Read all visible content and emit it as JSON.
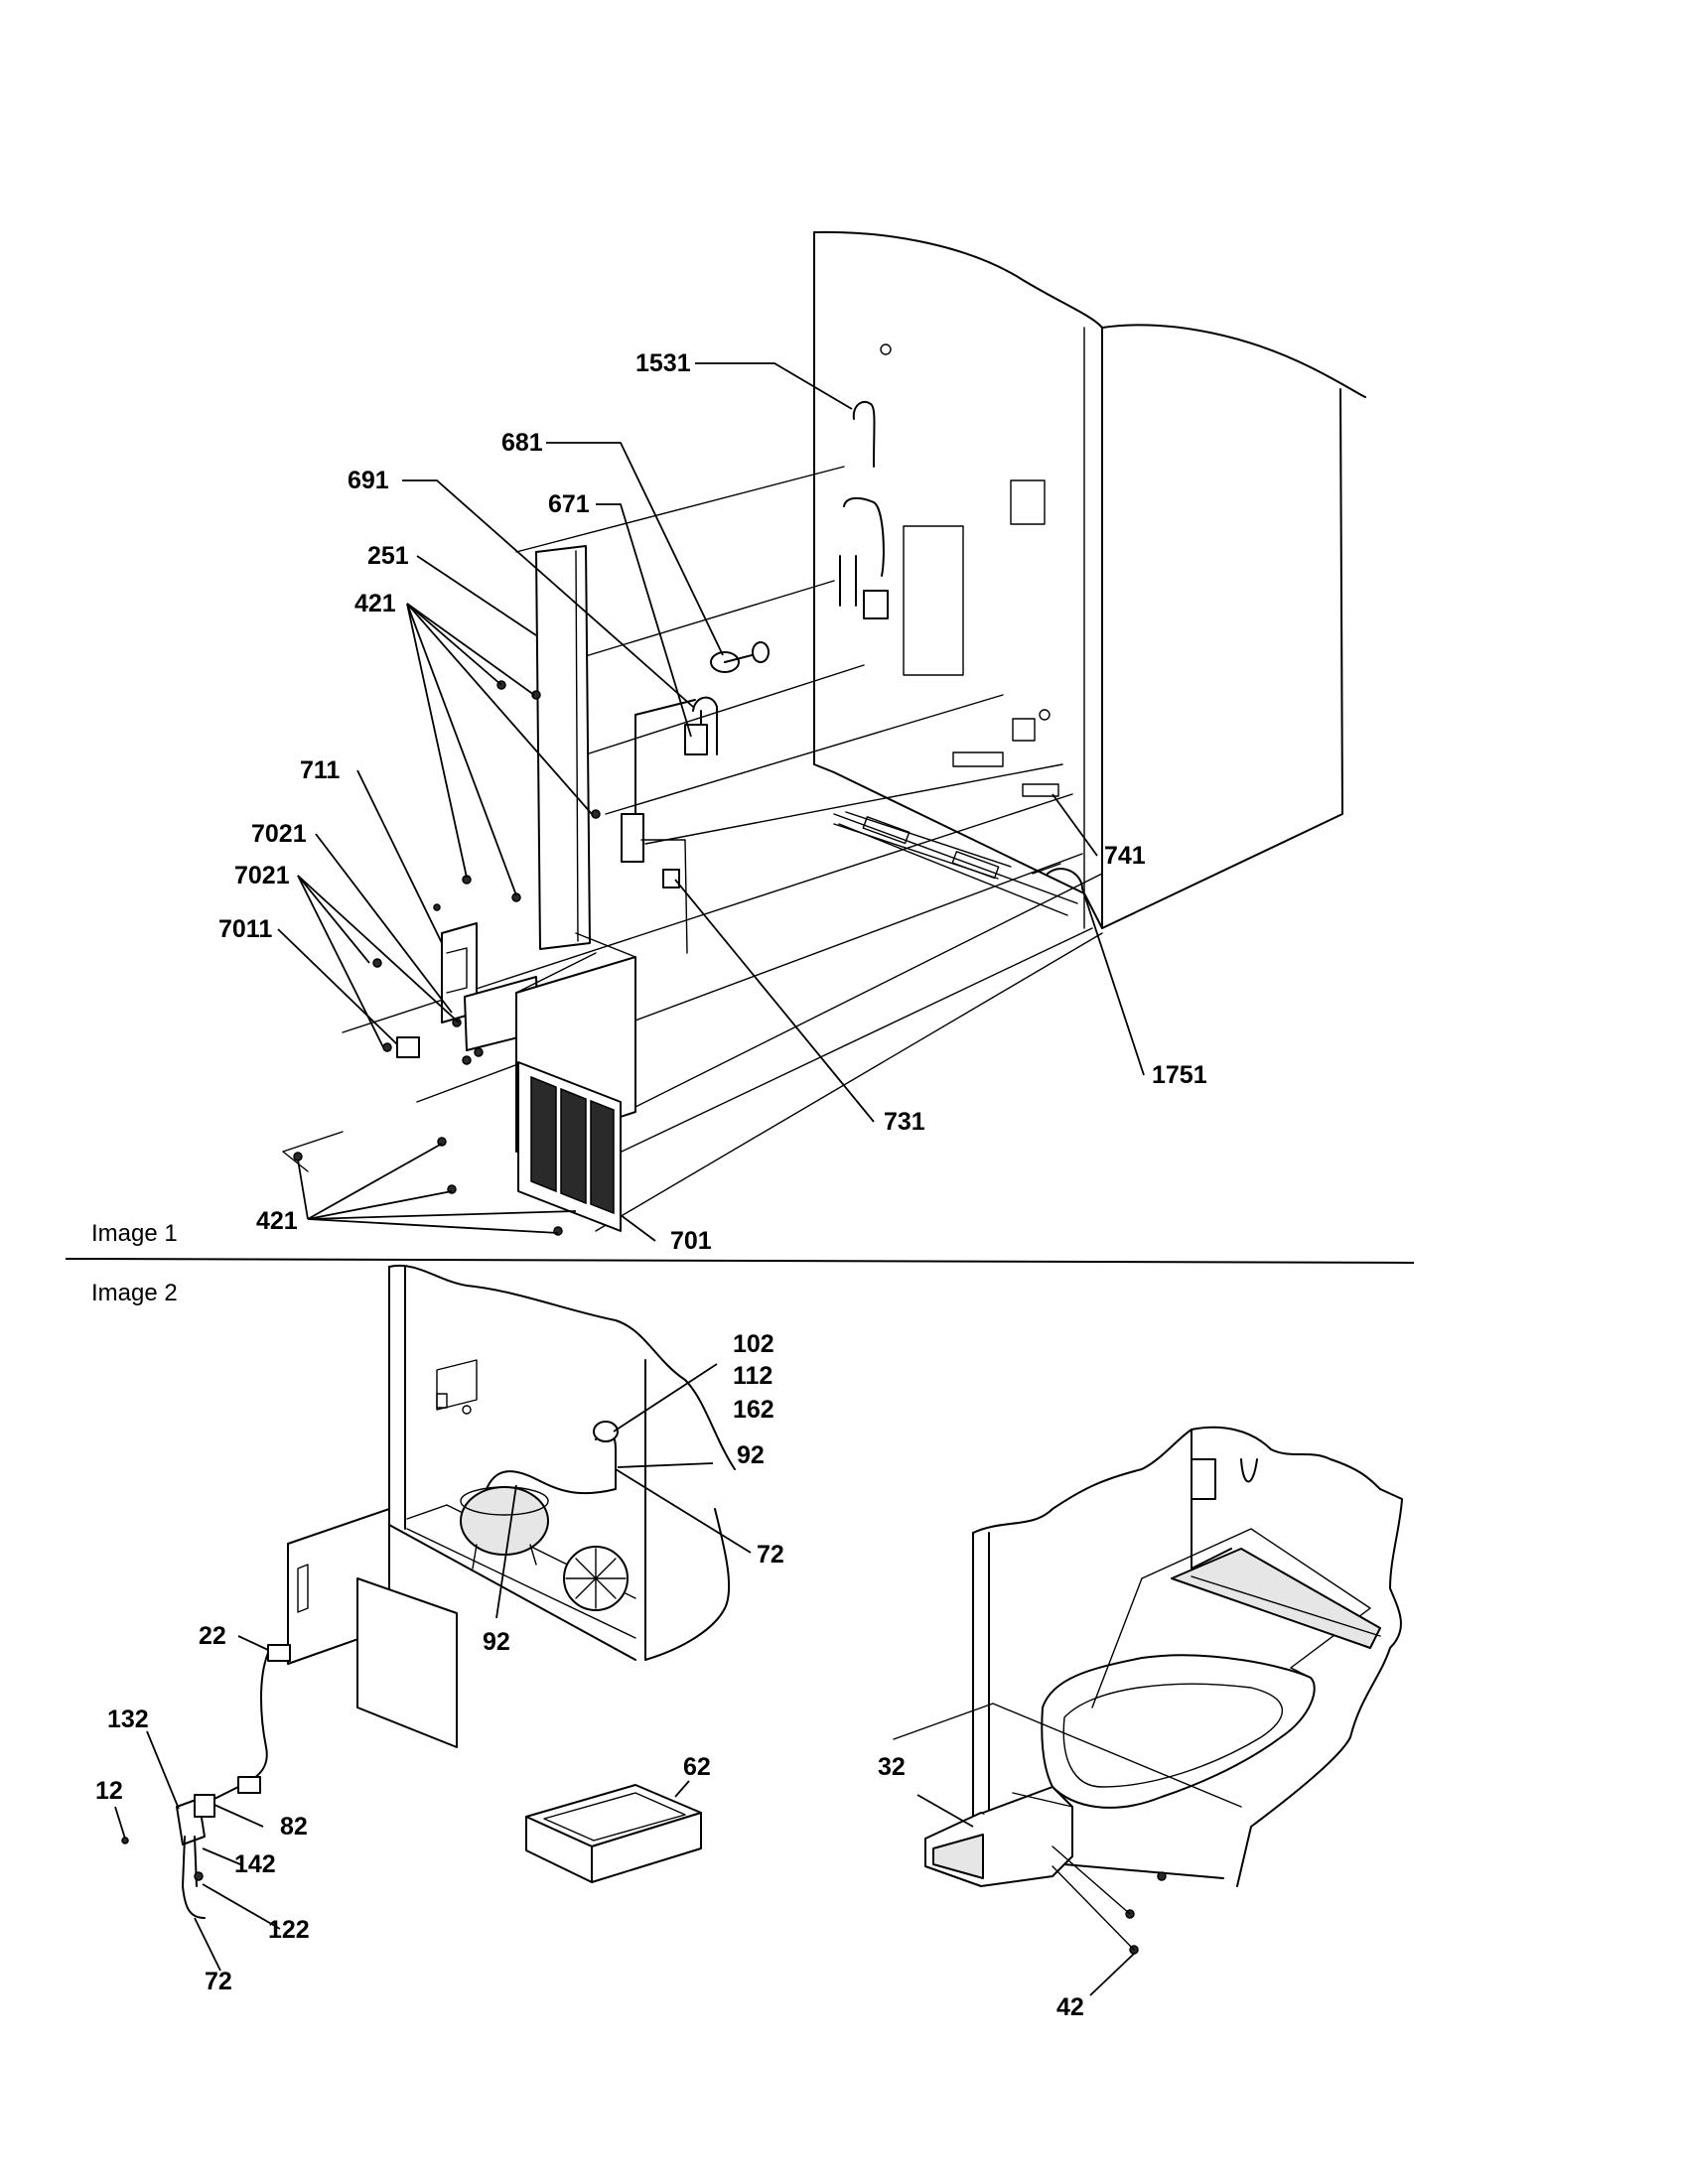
{
  "sections": [
    {
      "id": "image-1",
      "title": "Image 1"
    },
    {
      "id": "image-2",
      "title": "Image 2"
    }
  ],
  "labels": {
    "p1531": "1531",
    "p681": "681",
    "p691": "691",
    "p671": "671",
    "p251": "251",
    "p421a": "421",
    "p711": "711",
    "p7021a": "7021",
    "p7021b": "7021",
    "p7011": "7011",
    "p421b": "421",
    "p741": "741",
    "p1751": "1751",
    "p731": "731",
    "p701": "701",
    "p102": "102",
    "p112": "112",
    "p162": "162",
    "p92a": "92",
    "p72a": "72",
    "p92b": "92",
    "p22": "22",
    "p132": "132",
    "p12": "12",
    "p82": "82",
    "p142": "142",
    "p122": "122",
    "p72b": "72",
    "p62": "62",
    "p32": "32",
    "p42": "42"
  }
}
